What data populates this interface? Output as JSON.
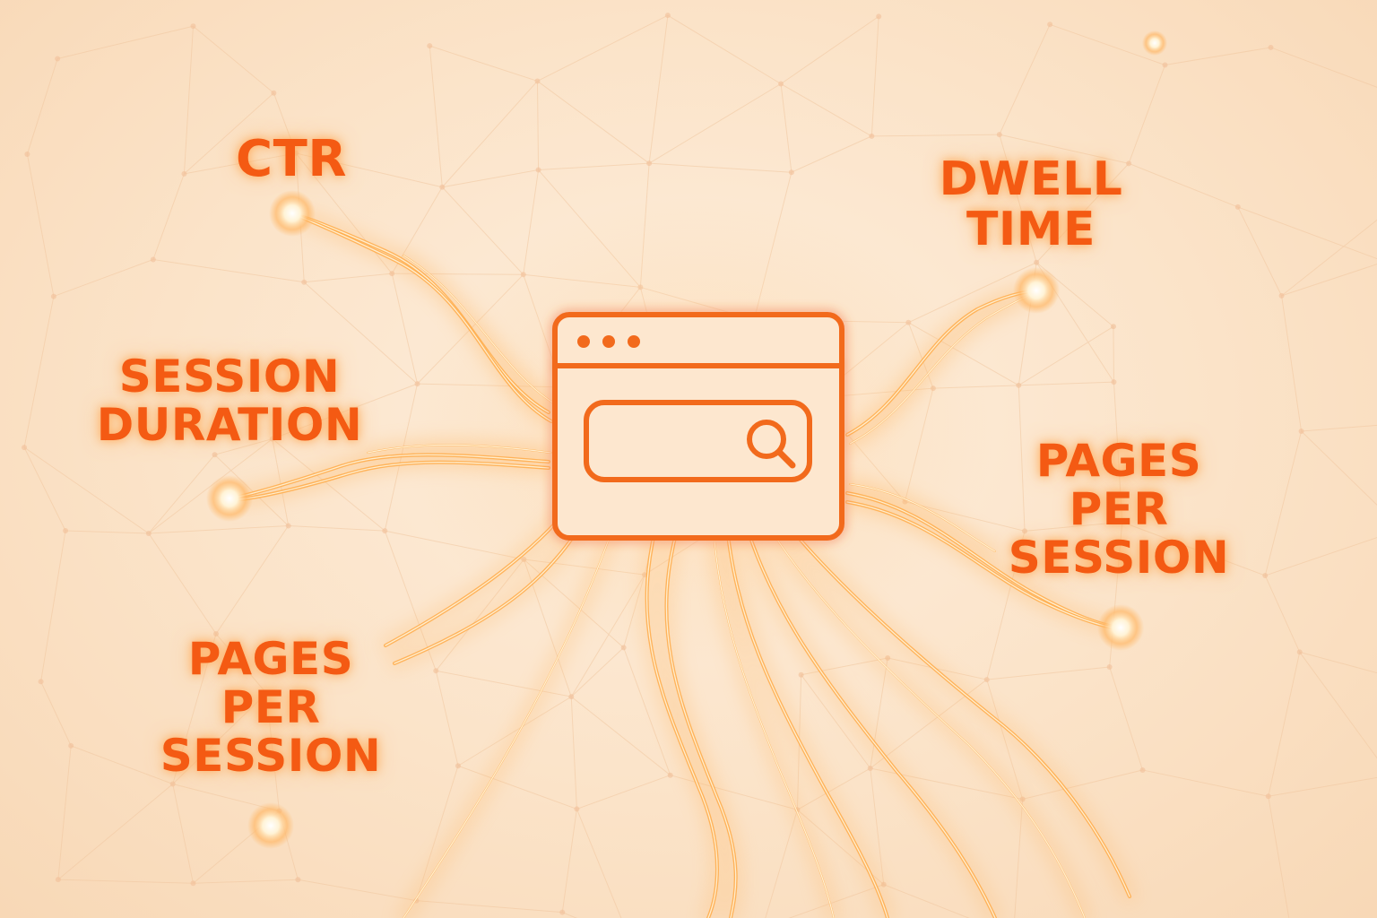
{
  "metrics": {
    "ctr": {
      "lines": [
        "CTR"
      ]
    },
    "session_duration": {
      "lines": [
        "SESSION",
        "DURATION"
      ]
    },
    "pages_per_session_left": {
      "lines": [
        "PAGES",
        "PER",
        "SESSION"
      ]
    },
    "dwell_time": {
      "lines": [
        "DWELL",
        "TIME"
      ]
    },
    "pages_per_session_right": {
      "lines": [
        "PAGES",
        "PER",
        "SESSION"
      ]
    }
  },
  "center_icon": {
    "name": "browser-search-icon",
    "inner_icon": "magnifier-icon"
  },
  "colors": {
    "accent": "#f45a13",
    "glow": "#ffb86a",
    "line": "#ffb255",
    "background": "#fce8d2",
    "network": "#f3c9a2"
  }
}
